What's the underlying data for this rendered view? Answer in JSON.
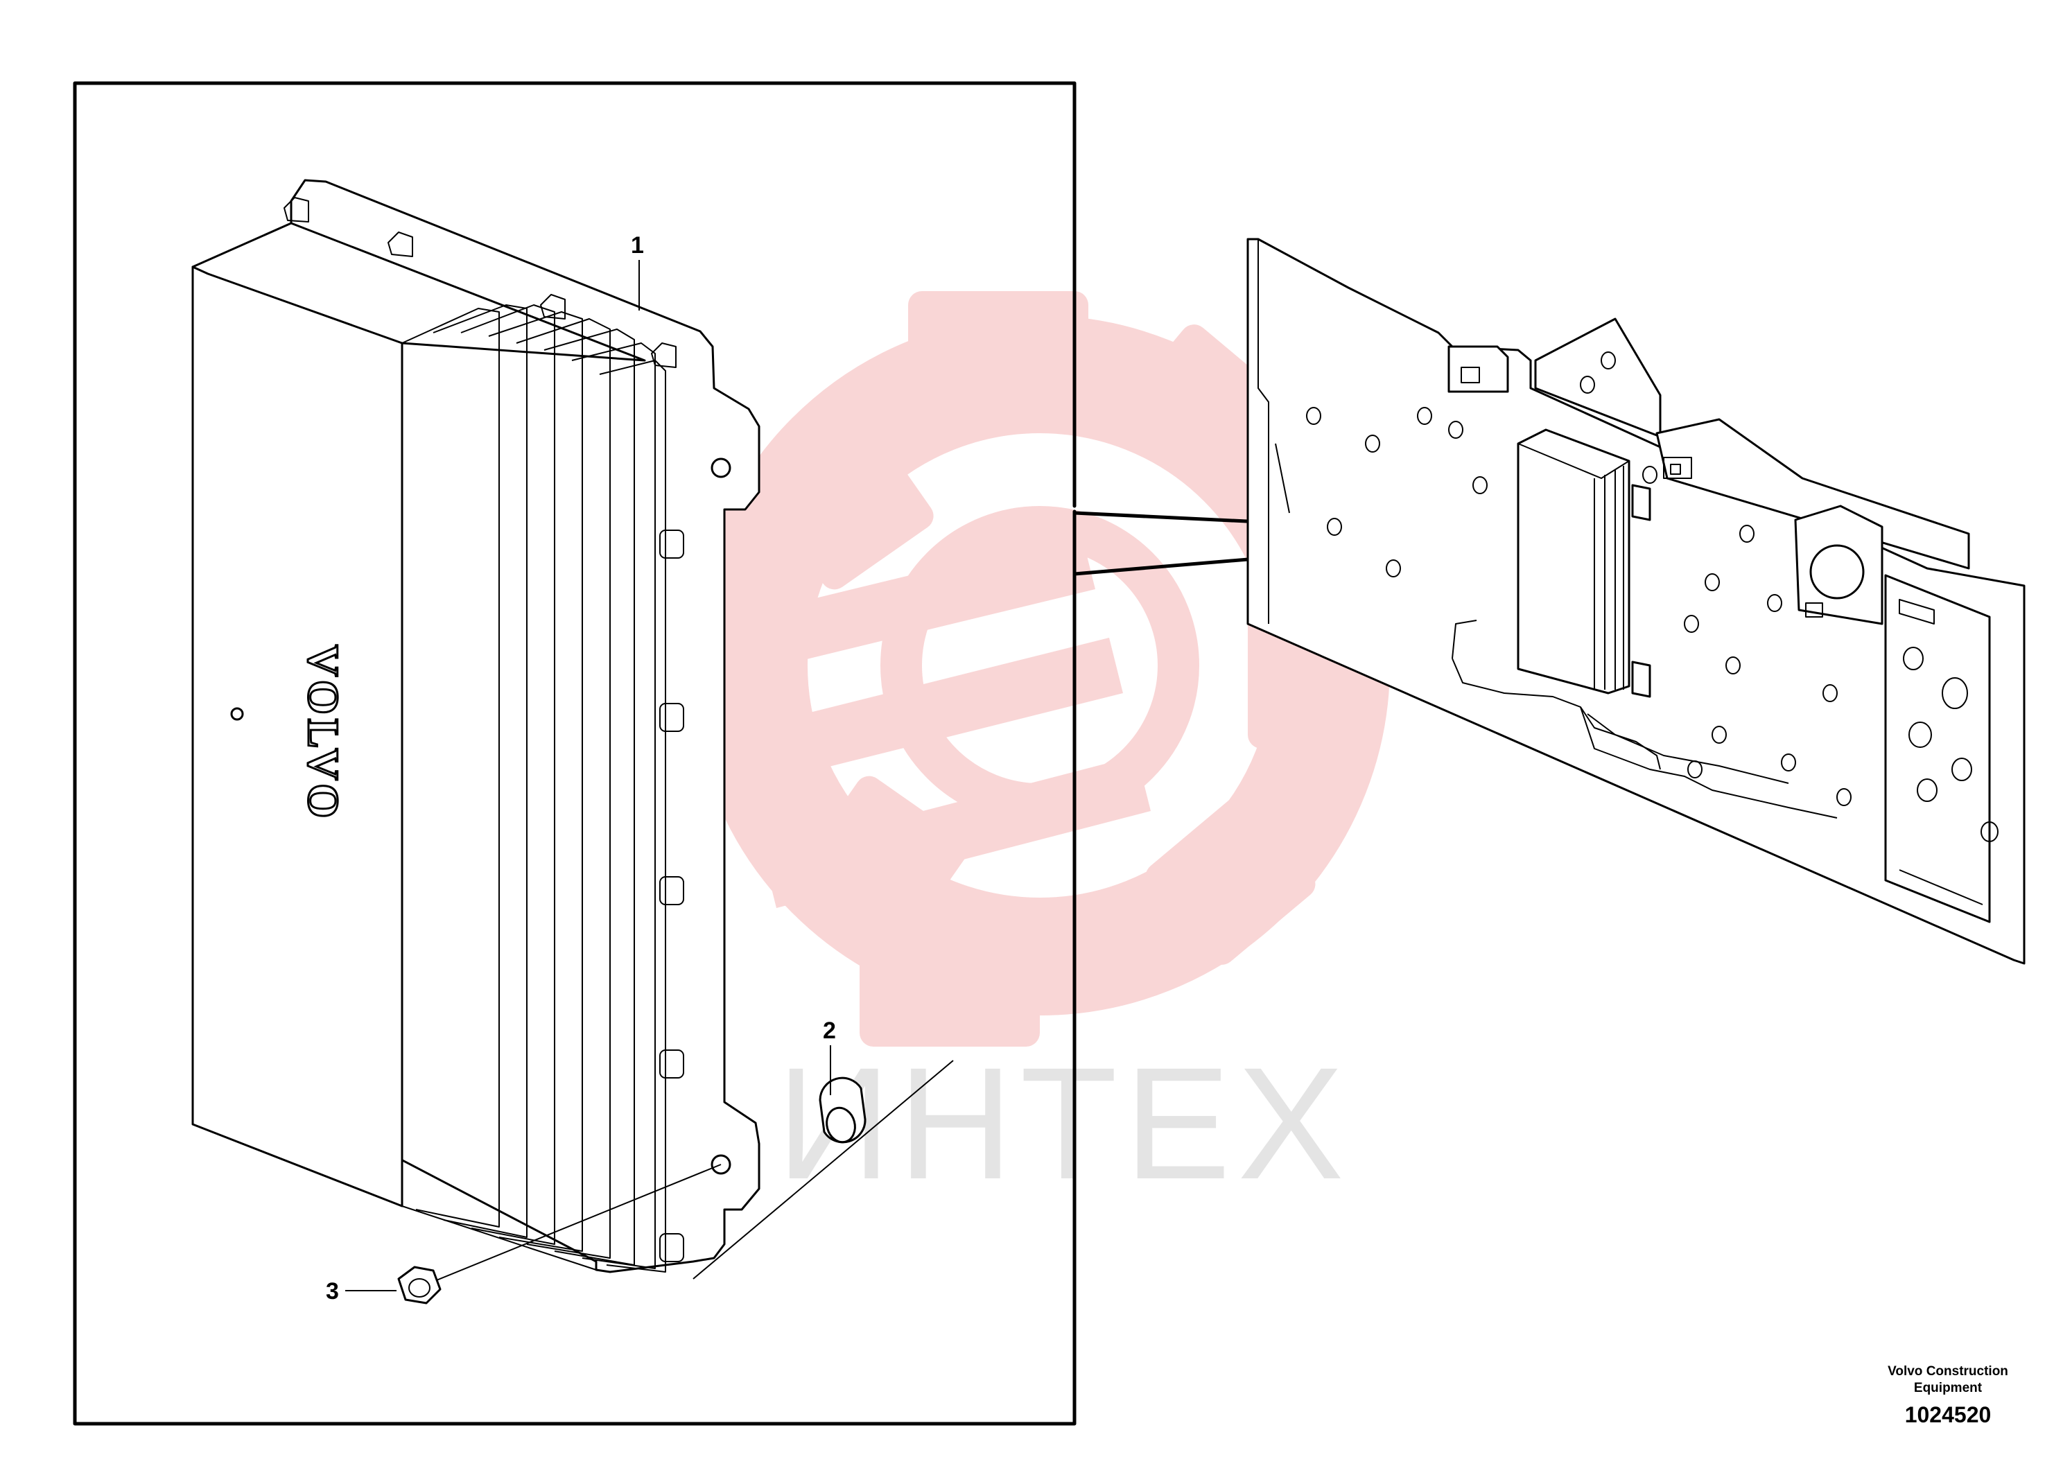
{
  "diagram": {
    "brand_mark": "VOLVO",
    "callouts": [
      "1",
      "2",
      "3"
    ],
    "watermark_text": "ИНТЕХ",
    "footer": {
      "company_line1": "Volvo Construction",
      "company_line2": "Equipment",
      "drawing_number": "1024520"
    },
    "colors": {
      "line": "#000000",
      "watermark_red": "#f9d6d6",
      "watermark_gray": "#e4e4e4"
    }
  }
}
